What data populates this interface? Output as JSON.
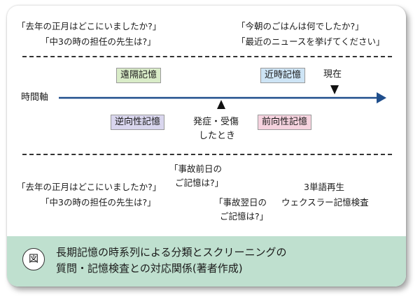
{
  "top_left": {
    "line1": "「去年の正月はどこにいましたか?」",
    "line2": "「中3の時の担任の先生は?」"
  },
  "top_right": {
    "line1": "「今朝のごはんは何でしたか?」",
    "line2": "「最近のニュースを挙げてください」"
  },
  "timeline": {
    "axis_label": "時間軸",
    "now_label": "現在",
    "event_label_line1": "発症・受傷",
    "event_label_line2": "したとき",
    "axis_color": "#1f4e8c"
  },
  "boxes": {
    "remote": {
      "label": "遠隔記憶",
      "color": "#d9ecc8"
    },
    "recent": {
      "label": "近時記憶",
      "color": "#cde4f5"
    },
    "retrograde": {
      "label": "逆向性記憶",
      "color": "#d9d6ee"
    },
    "anterograde": {
      "label": "前向性記憶",
      "color": "#f6d3df"
    }
  },
  "bottom_left": {
    "line1": "「去年の正月はどこにいましたか?」",
    "line2": "「中3の時の担任の先生は?」"
  },
  "before_accident": {
    "line1": "「事故前日の",
    "line2": "ご記憶は?」"
  },
  "after_accident": {
    "line1": "「事故翌日の",
    "line2": "ご記憶は?」"
  },
  "tests": {
    "line1": "3単語再生",
    "line2": "ウェクスラー記憶検査"
  },
  "caption": {
    "icon": "図",
    "line1": "長期記憶の時系列による分類とスクリーニングの",
    "line2": "質問・記憶検査との対応関係(著者作成)",
    "color": "#bfe0cf"
  }
}
